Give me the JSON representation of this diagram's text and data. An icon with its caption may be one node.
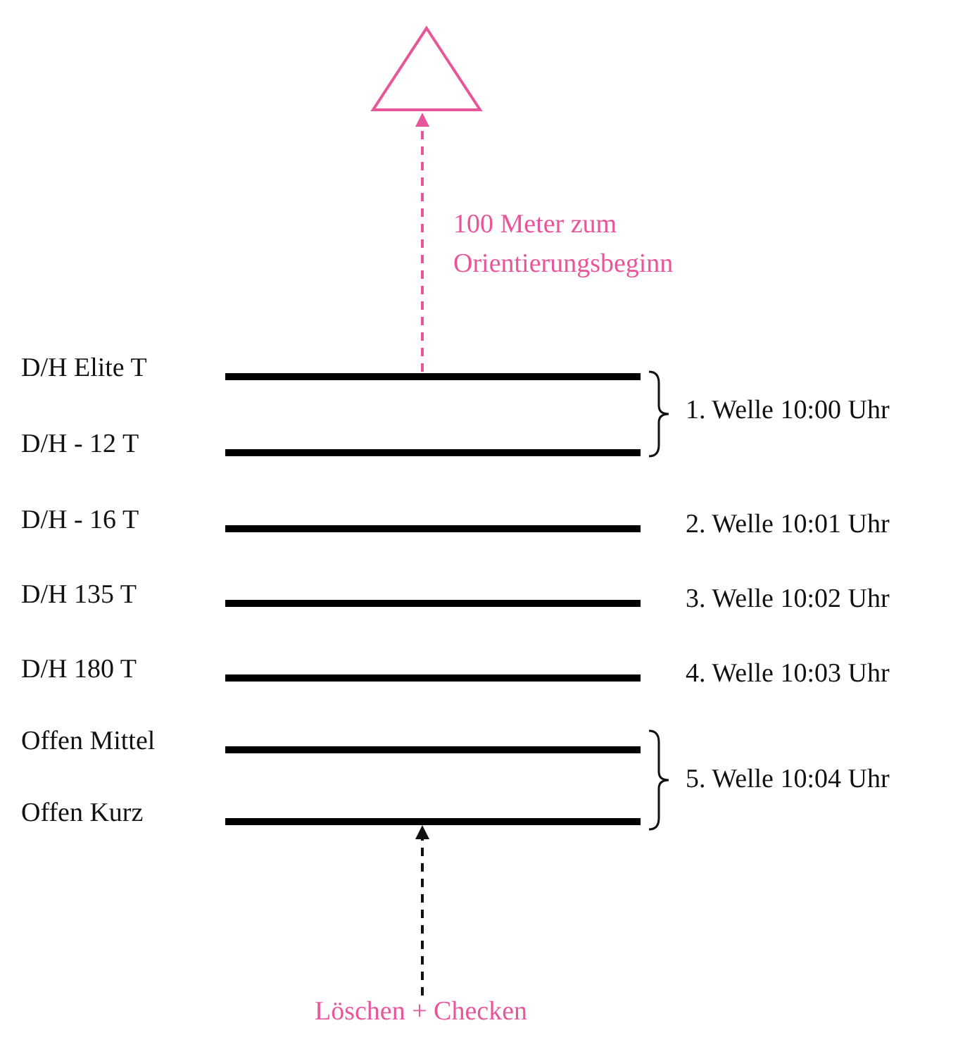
{
  "diagram": {
    "nodes": [
      {
        "text": [],
        "shape": "triangle"
      },
      {
        "text": [],
        "shape": "bar",
        "beside": [
          "D/H Elite T"
        ]
      },
      {
        "text": [],
        "shape": "bar",
        "beside": [
          "D/H - 12 T"
        ]
      },
      {
        "text": [],
        "shape": "bar",
        "beside": [
          "D/H - 16 T"
        ]
      },
      {
        "text": [],
        "shape": "bar",
        "beside": [
          "D/H 135 T"
        ]
      },
      {
        "text": [],
        "shape": "bar",
        "beside": [
          "D/H 180 T"
        ]
      },
      {
        "text": [],
        "shape": "bar",
        "beside": [
          "Offen Mittel"
        ]
      },
      {
        "text": [],
        "shape": "bar",
        "beside": [
          "Offen Kurz"
        ]
      },
      {
        "text": [
          "Löschen + Checken"
        ]
      }
    ],
    "edges": [
      {
        "from": 1,
        "to": 0,
        "arrow": "to",
        "style": "dashed",
        "color": "#e8559b",
        "label": "100 Meter zum Orientierungsbeginn"
      },
      {
        "from": 8,
        "to": 7,
        "arrow": "to",
        "style": "dashed",
        "color": "#111111"
      }
    ],
    "labels": [
      "1. Welle 10:00 Uhr",
      "2. Welle 10:01 Uhr",
      "3. Welle 10:02 Uhr",
      "4. Welle 10:03 Uhr",
      "5. Welle 10:04 Uhr"
    ]
  }
}
